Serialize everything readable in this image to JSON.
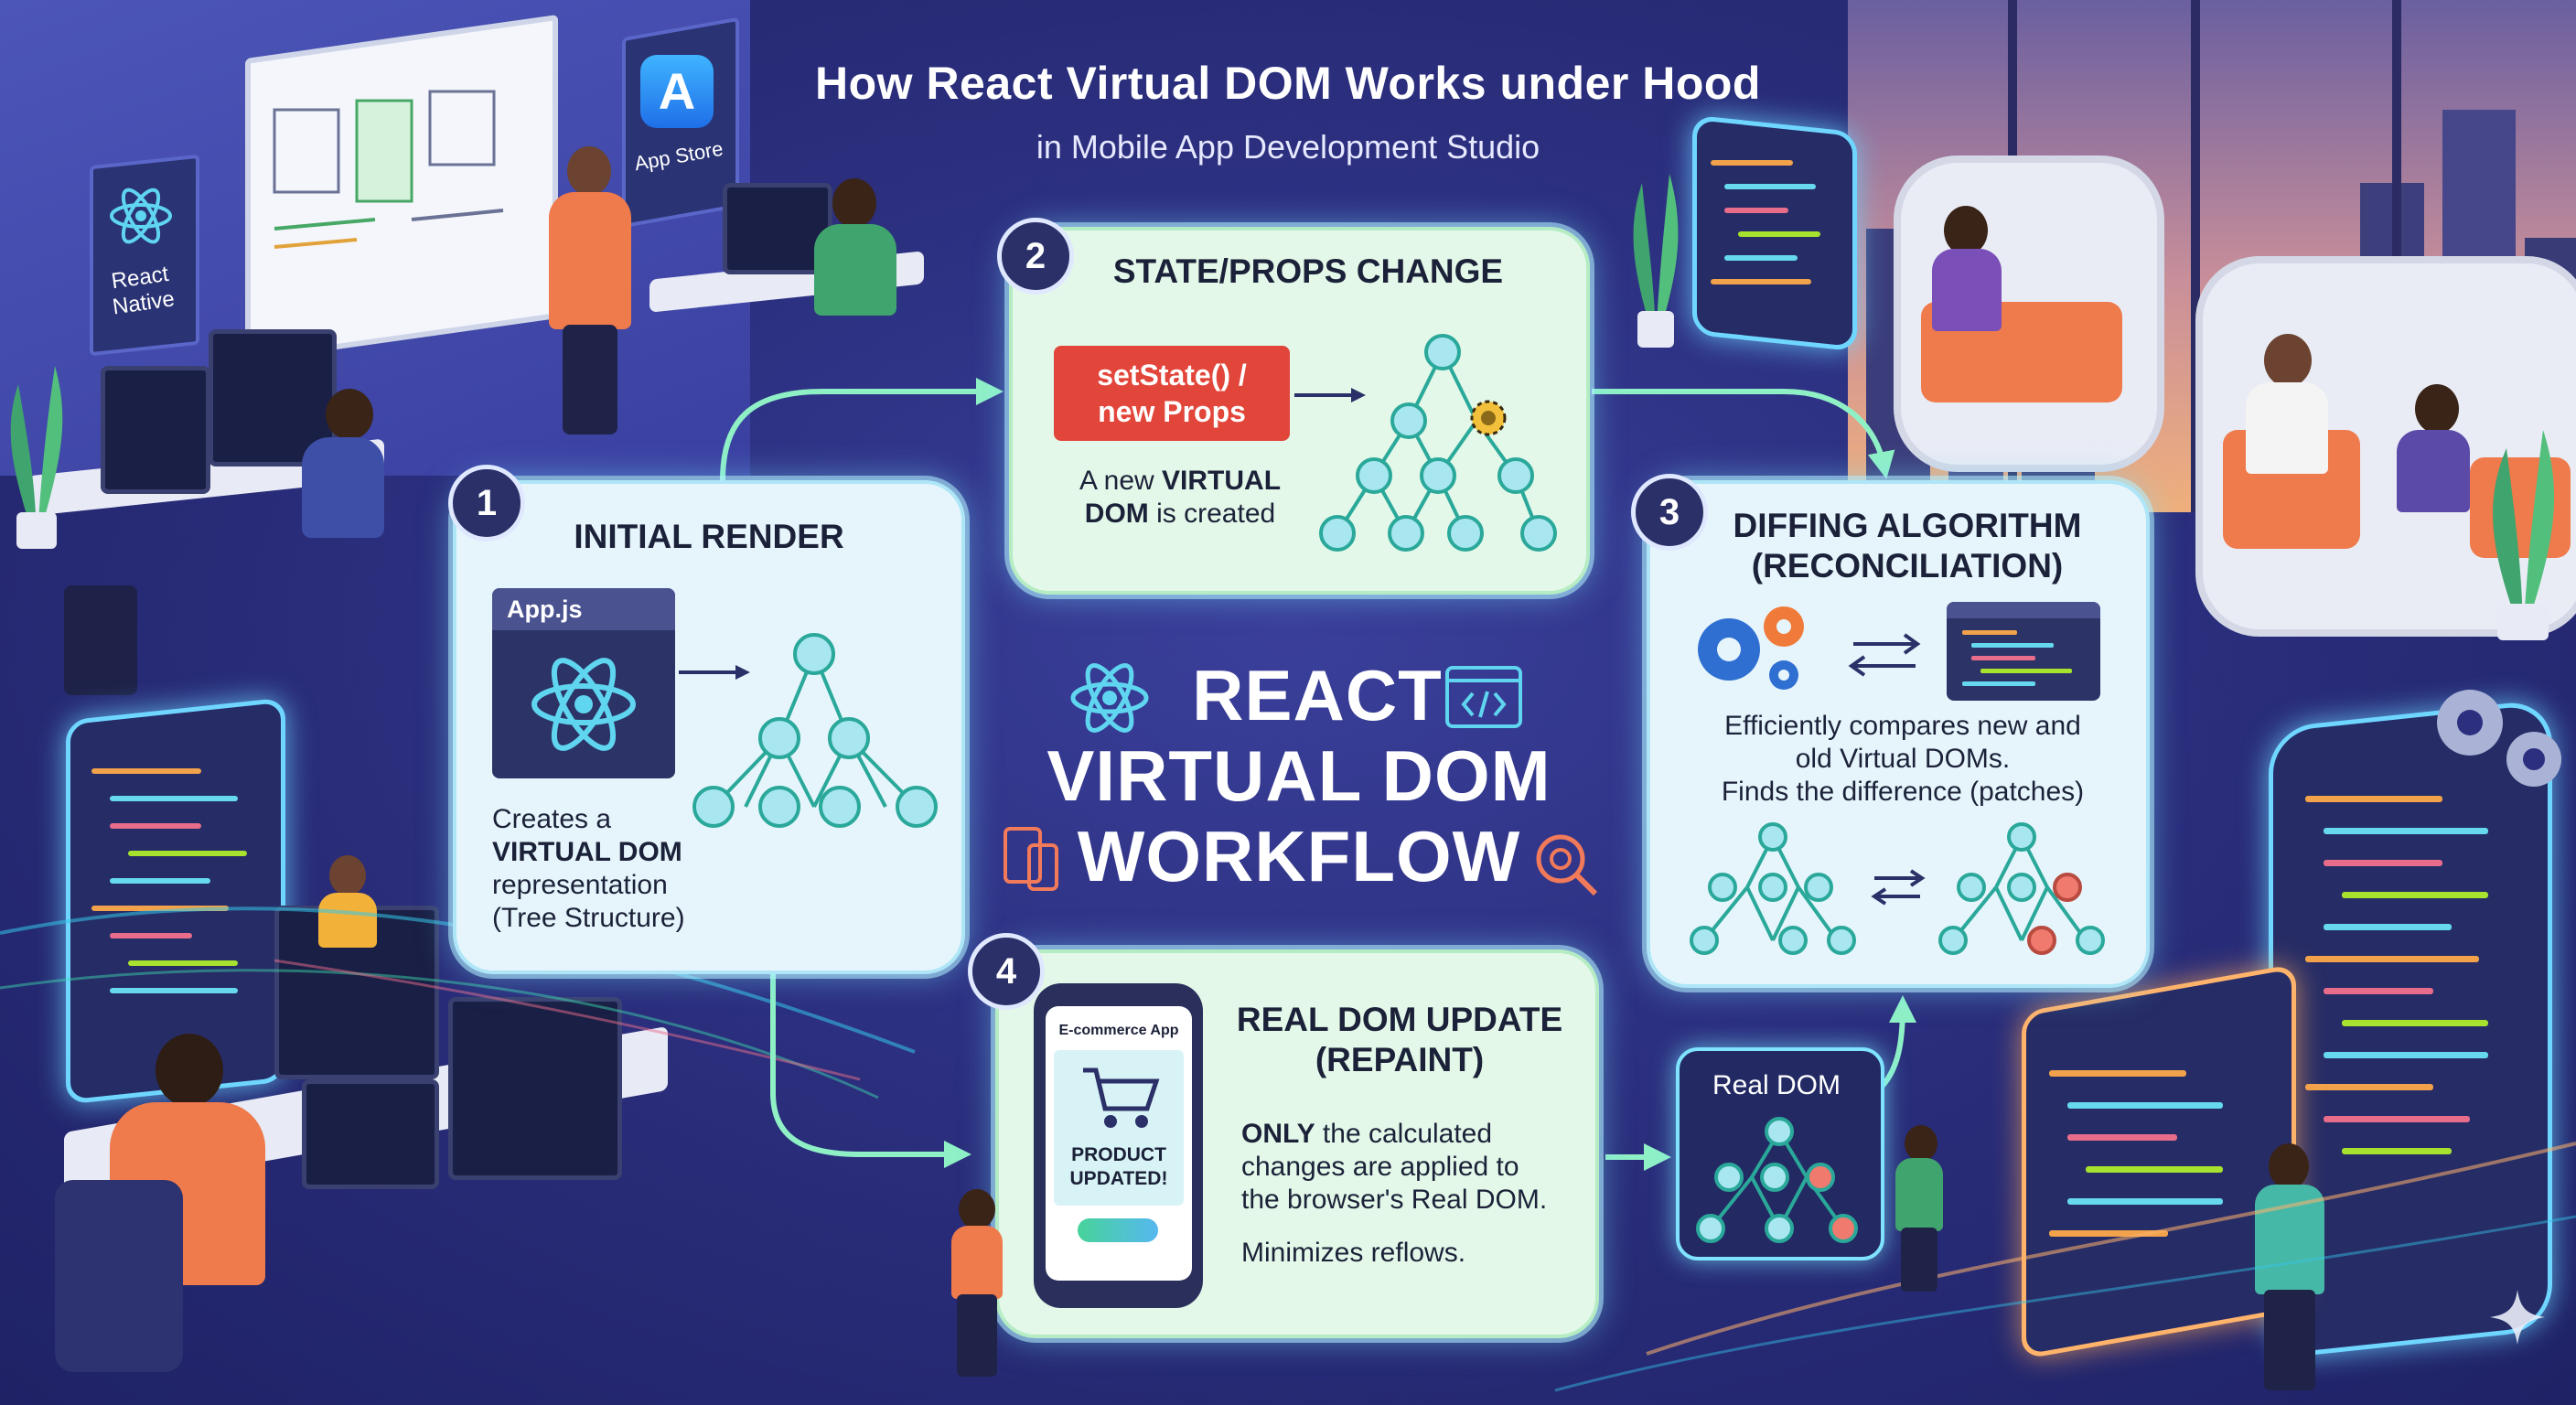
{
  "header": {
    "title": "How React Virtual DOM Works under Hood",
    "subtitle": "in Mobile App Development Studio"
  },
  "center": {
    "title_line1": "REACT",
    "title_line2": "VIRTUAL DOM",
    "title_line3": "WORKFLOW"
  },
  "steps": [
    {
      "number": "1",
      "title": "INITIAL RENDER",
      "code_label": "App.js",
      "text_pre": "Creates a",
      "text_bold": "VIRTUAL DOM",
      "text_post1": "representation",
      "text_post2": "(Tree Structure)"
    },
    {
      "number": "2",
      "title": "STATE/PROPS CHANGE",
      "button_line1": "setState() /",
      "button_line2": "new Props",
      "text_pre": "A new ",
      "text_bold1": "VIRTUAL",
      "text_bold2": "DOM",
      "text_post": " is created"
    },
    {
      "number": "3",
      "title_line1": "DIFFING ALGORITHM",
      "title_line2": "(RECONCILIATION)",
      "text_line1": "Efficiently compares new and",
      "text_line2": "old Virtual DOMs.",
      "text_line3": "Finds the difference (patches)"
    },
    {
      "number": "4",
      "title_line1": "REAL DOM UPDATE",
      "title_line2": "(REPAINT)",
      "phone_header": "E-commerce App",
      "phone_badge_line1": "PRODUCT",
      "phone_badge_line2": "UPDATED!",
      "text_bold": "ONLY",
      "text_line1": " the calculated",
      "text_line2": "changes are applied to",
      "text_line3": "the browser's Real DOM.",
      "text_line4": "Minimizes reflows."
    }
  ],
  "real_dom": {
    "label": "Real DOM"
  },
  "signs": {
    "react_native_line1": "React",
    "react_native_line2": "Native",
    "app_store": "App Store"
  },
  "colors": {
    "background": "#2b2f7e",
    "card_blue": "#e6f5fc",
    "card_green": "#e3f8e8",
    "node_fill": "#a8e6f0",
    "node_stroke": "#2aa89a",
    "changed_node": "#f07a6e",
    "button_red": "#e2453a",
    "badge": "#2b3168"
  }
}
